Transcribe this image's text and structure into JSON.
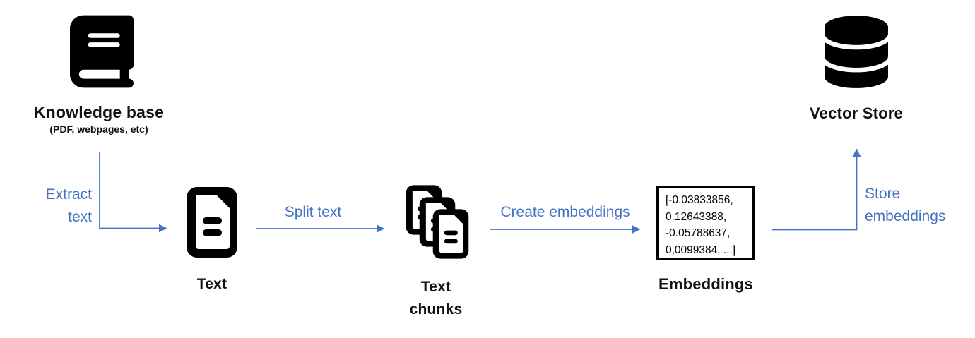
{
  "colors": {
    "accent": "#4472C4",
    "icon": "#000000",
    "background": "#ffffff",
    "embeddings_box_border": "#000000"
  },
  "nodes": {
    "knowledge_base": {
      "icon": "book-icon",
      "label": "Knowledge base",
      "sublabel": "(PDF, webpages, etc)"
    },
    "text": {
      "icon": "document-icon",
      "label": "Text"
    },
    "text_chunks": {
      "icon": "document-stack-icon",
      "label_line1": "Text",
      "label_line2": "chunks"
    },
    "embeddings": {
      "label": "Embeddings",
      "vector_lines": [
        "[-0.03833856,",
        "0.12643388,",
        "-0.05788637,",
        "0,0099384, ...]"
      ]
    },
    "vector_store": {
      "icon": "database-icon",
      "label": "Vector Store"
    }
  },
  "edges": {
    "extract_text": {
      "label_line1": "Extract",
      "label_line2": "text"
    },
    "split_text": {
      "label": "Split text"
    },
    "create_embeddings": {
      "label": "Create embeddings"
    },
    "store_embeddings": {
      "label_line1": "Store",
      "label_line2": "embeddings"
    }
  }
}
